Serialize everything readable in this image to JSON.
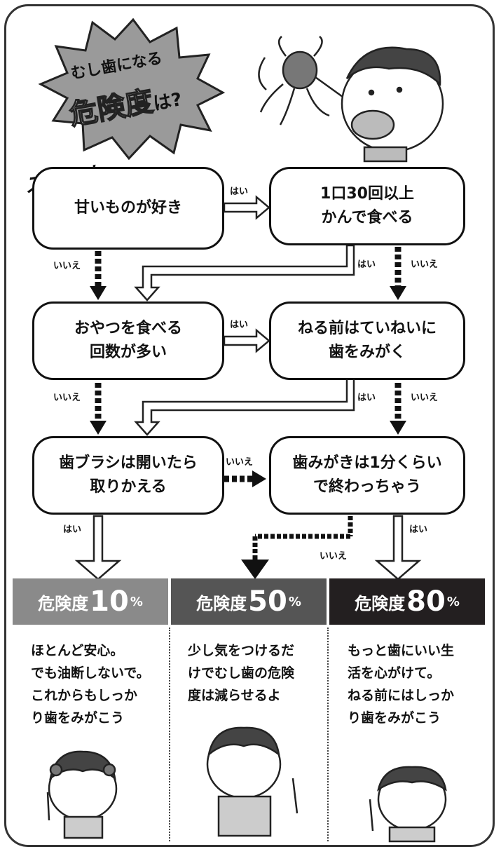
{
  "title_badge": {
    "line1": "むし歯になる",
    "line2_main": "危険度",
    "line2_suffix": "は?"
  },
  "start_label": "スタート",
  "boxes": {
    "sweets": {
      "lines": [
        "甘いものが好き"
      ]
    },
    "chew": {
      "lines": [
        "1口30回以上",
        "かんで食べる"
      ]
    },
    "snacks": {
      "lines": [
        "おやつを食べる",
        "回数が多い"
      ]
    },
    "brush_before_bed": {
      "lines": [
        "ねる前はていねいに",
        "歯をみがく"
      ]
    },
    "toothbrush": {
      "lines": [
        "歯ブラシは開いたら",
        "取りかえる"
      ]
    },
    "one_minute": {
      "lines": [
        "歯みがきは1分くらい",
        "で終わっちゃう"
      ]
    }
  },
  "arrow_labels": {
    "yes": "はい",
    "no": "いいえ"
  },
  "results": [
    {
      "word": "危険度",
      "value": "10",
      "unit": "%",
      "color": "#8a8a8a",
      "lines": [
        "ほとんど安心。",
        "でも油断しないで。",
        "これからもしっか",
        "り歯をみがこう"
      ]
    },
    {
      "word": "危険度",
      "value": "50",
      "unit": "%",
      "color": "#555555",
      "lines": [
        "少し気をつけるだ",
        "けでむし歯の危険",
        "度は減らせるよ"
      ]
    },
    {
      "word": "危険度",
      "value": "80",
      "unit": "%",
      "color": "#231f20",
      "lines": [
        "もっと歯にいい生",
        "活を心がけて。",
        "ねる前にはしっか",
        "り歯をみがこう"
      ]
    }
  ]
}
